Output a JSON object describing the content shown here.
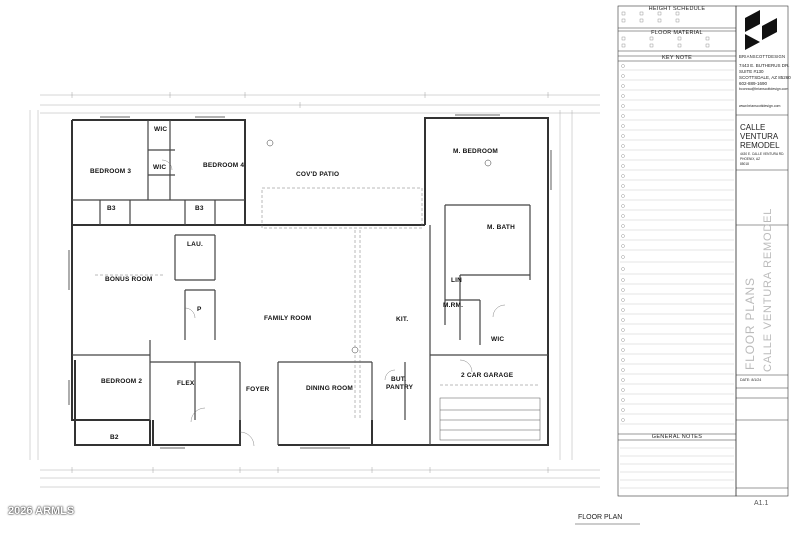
{
  "rooms": {
    "bedroom3": "BEDROOM 3",
    "wic1": "WIC",
    "bedroom4": "BEDROOM 4",
    "wic2": "WIC",
    "b3a": "B3",
    "b3b": "B3",
    "covd_patio": "COV'D PATIO",
    "m_bedroom": "M. BEDROOM",
    "m_bath": "M. BATH",
    "lau": "LAU.",
    "bonus_room": "BONUS ROOM",
    "p": "P",
    "family_room": "FAMILY ROOM",
    "lin": "LIN",
    "m_rm": "M.RM.",
    "kit": "KIT.",
    "wic3": "WIC",
    "bedroom2": "BEDROOM 2",
    "flex": "FLEX",
    "foyer": "FOYER",
    "dining_room": "DINING ROOM",
    "but_pantry_1": "BUT.",
    "but_pantry_2": "PANTRY",
    "two_car_garage": "2 CAR GARAGE",
    "b2": "B2"
  },
  "schedule": {
    "height_schedule": "HEIGHT SCHEDULE",
    "floor_material": "FLOOR MATERIAL",
    "key_note": "KEY NOTE",
    "general_notes": "GENERAL NOTES"
  },
  "firm": {
    "name": "BRIANSCOTTDESIGN",
    "address1": "7443 E. BUTHERUS DR.",
    "address2": "SUITE #130",
    "address3": "SCOTTSDALE, AZ 85260",
    "phone": "602-889-1690",
    "email": "bconrau@brianscottdesign.com",
    "web": "www.brianscottdesign.com"
  },
  "project": {
    "name1": "CALLE",
    "name2": "VENTURA",
    "name3": "REMODEL",
    "address_line": "4430 E. CALLE VENTURA RD.",
    "city": "PHOENIX, AZ",
    "zip": "85018",
    "vertical_1": "FLOOR PLANS",
    "vertical_2": "CALLE VENTURA REMODEL",
    "date": "DATE: 8/1/24",
    "sheet_no": "A1.1"
  },
  "footer": {
    "drawing_title": "FLOOR PLAN",
    "watermark": "2026 ARMLS"
  },
  "colors": {
    "line": "#333333",
    "light_line": "#999999",
    "watermark": "#ffffff"
  }
}
